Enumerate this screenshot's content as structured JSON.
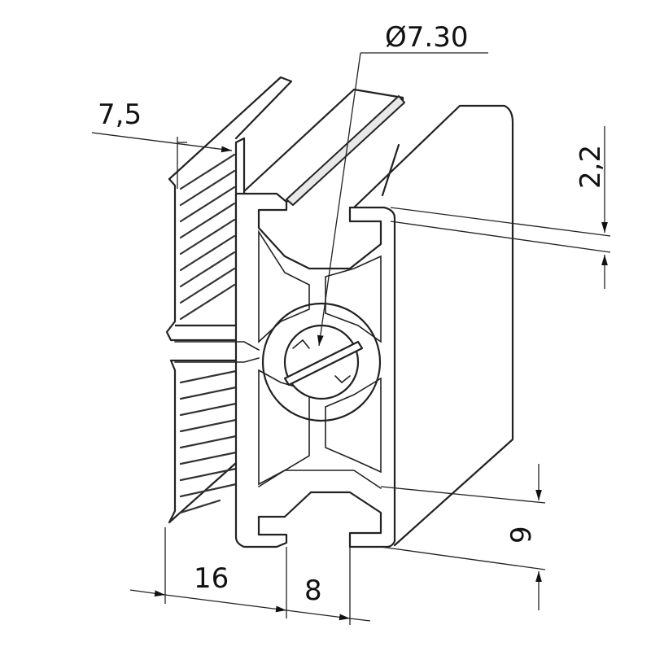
{
  "dimensions": {
    "diameter": "Ø7.30",
    "fin_width": "7,5",
    "wall_thickness": "2,2",
    "slot_depth": "9",
    "profile_width": "16",
    "slot_opening": "8"
  },
  "colors": {
    "line": "#222222",
    "fill": "#ffffff",
    "shade": "#e8e8e8"
  }
}
